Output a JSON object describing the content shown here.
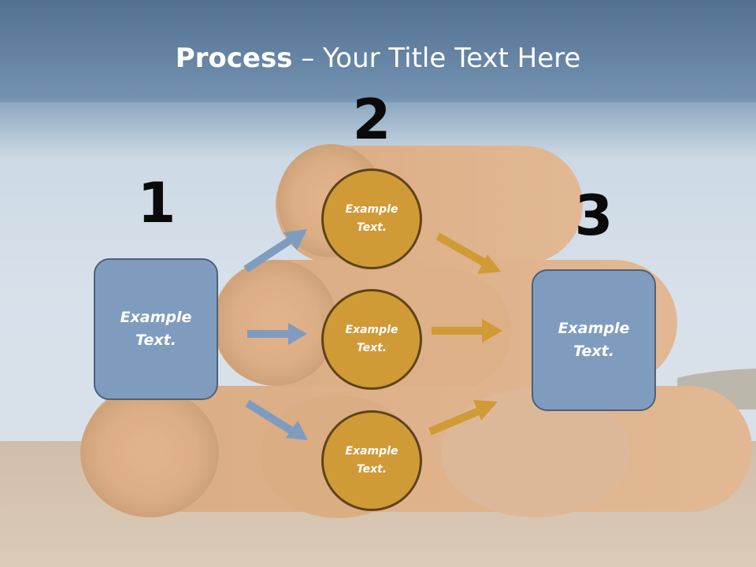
{
  "title": {
    "bold": "Process",
    "rest": " – Your Title Text Here"
  },
  "steps": {
    "one": "1",
    "two": "2",
    "three": "3"
  },
  "nodes": {
    "left_box": "Example Text.",
    "circle_top": "Example Text.",
    "circle_middle": "Example Text.",
    "circle_bottom": "Example Text.",
    "right_box": "Example Text."
  },
  "colors": {
    "box_fill": "#7f9cbf",
    "circle_fill": "#d09a36",
    "blue_arrow": "#7f9cbf",
    "gold_arrow": "#d09a36"
  },
  "background": "hay-bales-photo"
}
